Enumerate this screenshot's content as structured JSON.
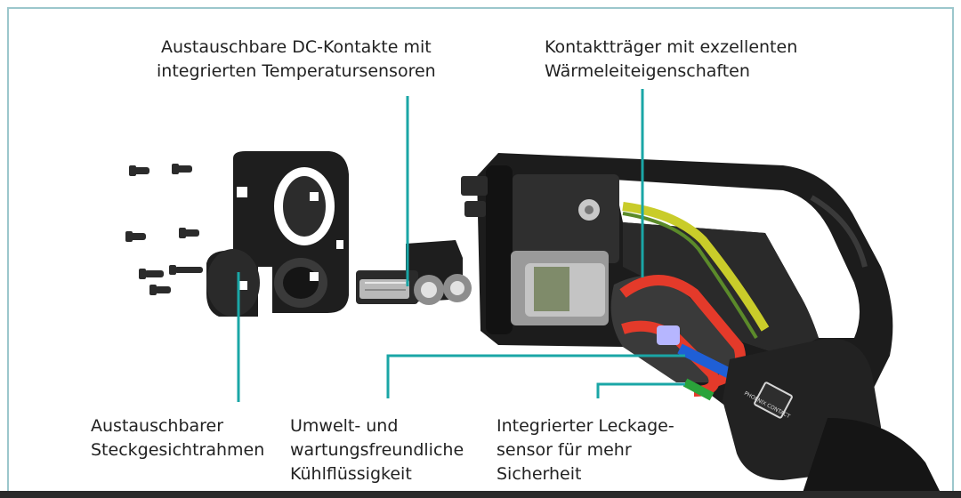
{
  "colors": {
    "callout_line": "#1aa6a6",
    "text": "#222222",
    "frame": "#9cc7cc"
  },
  "labels": {
    "dc_contacts": [
      "Austauschbare DC-Kontakte mit",
      "integrierten Temperatursensoren"
    ],
    "contact_carrier": [
      "Kontaktträger mit exzellenten",
      "Wärmeleiteigenschaften"
    ],
    "face_frame": [
      "Austauschbarer",
      "Steckgesichtrahmen"
    ],
    "coolant": [
      "Umwelt- und",
      "wartungsfreundliche",
      "Kühlflüssigkeit"
    ],
    "leak_sensor": [
      "Integrierter Leckage-",
      "sensor für mehr",
      "Sicherheit"
    ]
  },
  "brand_plate": "PHOENIX CONTACT"
}
